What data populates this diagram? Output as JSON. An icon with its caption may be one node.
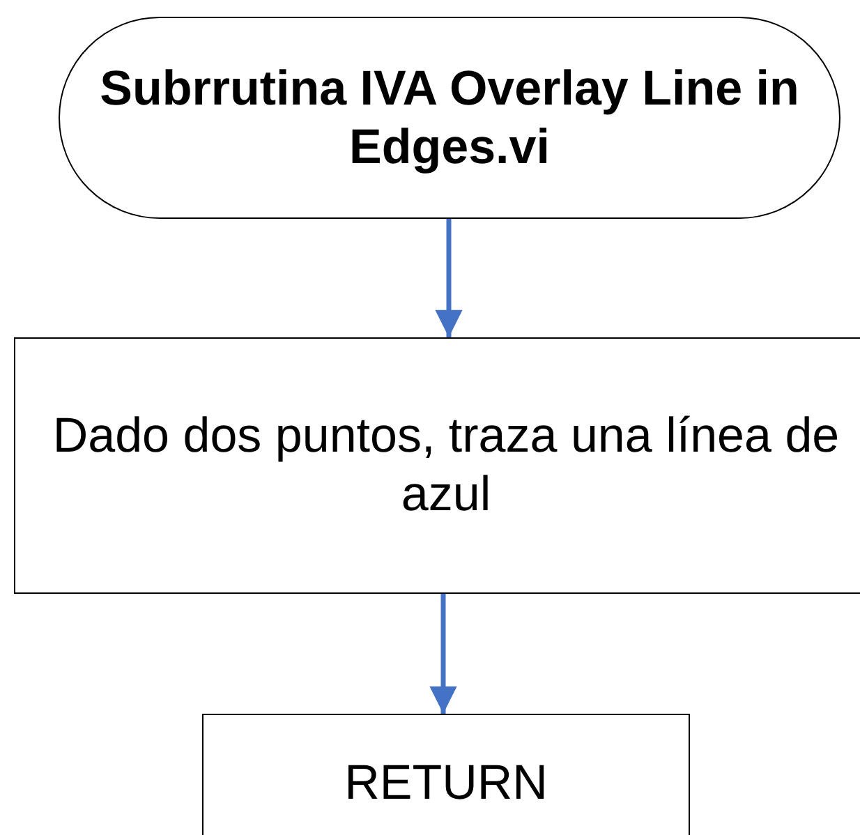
{
  "diagram": {
    "nodes": [
      {
        "text": [
          "Subrrutina IVA Overlay Line in Edges.vi"
        ]
      },
      {
        "text": [
          "Dado dos puntos, traza una línea de azul"
        ]
      },
      {
        "text": [
          "RETURN"
        ]
      }
    ],
    "edges": [
      {
        "from": 0,
        "to": 1,
        "arrow": "to"
      },
      {
        "from": 1,
        "to": 2,
        "arrow": "to"
      }
    ]
  }
}
